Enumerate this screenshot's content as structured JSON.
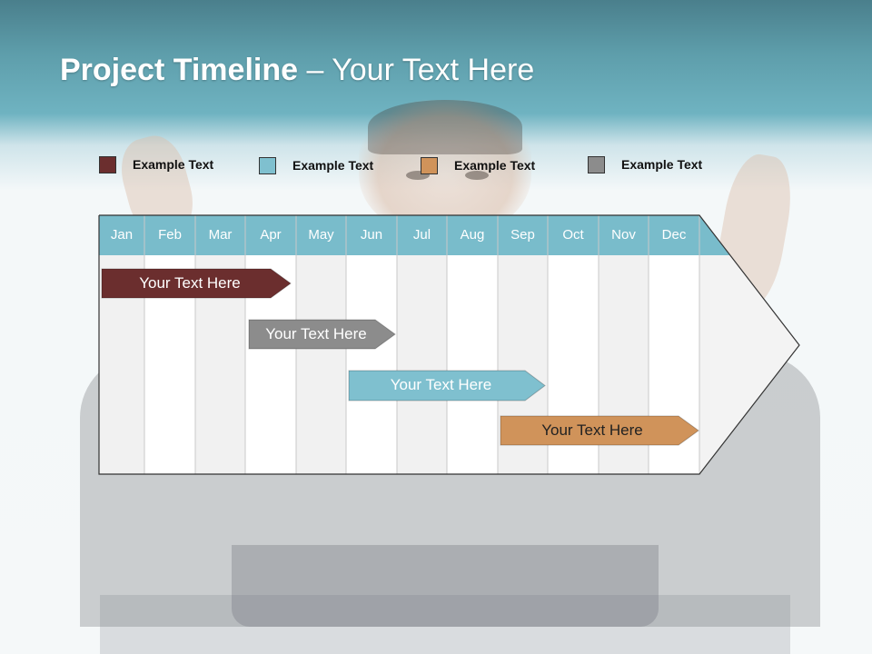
{
  "title": {
    "bold": "Project Timeline",
    "rest": " – Your Text Here"
  },
  "legend": [
    {
      "label": "Example Text",
      "color": "#6b2e2e"
    },
    {
      "label": "Example Text",
      "color": "#7fc0cf"
    },
    {
      "label": "Example Text",
      "color": "#d0935a"
    },
    {
      "label": "Example Text",
      "color": "#8c8c8c"
    }
  ],
  "months": [
    "Jan",
    "Feb",
    "Mar",
    "Apr",
    "May",
    "Jun",
    "Jul",
    "Aug",
    "Sep",
    "Oct",
    "Nov",
    "Dec"
  ],
  "colors": {
    "header": "#79bccb",
    "column_even": "#f1f1f1",
    "column_odd": "#ffffff",
    "arrow_body": "#f3f3f3",
    "outline": "#333333"
  },
  "tasks": [
    {
      "label": "Your  Text Here",
      "color": "#6b2e2e",
      "text_color": "#ffffff"
    },
    {
      "label": "Your  Text Here",
      "color": "#8c8c8c",
      "text_color": "#ffffff"
    },
    {
      "label": "Your  Text Here",
      "color": "#7fc0cf",
      "text_color": "#ffffff"
    },
    {
      "label": "Your  Text Here",
      "color": "#d0935a",
      "text_color": "#222222"
    }
  ]
}
